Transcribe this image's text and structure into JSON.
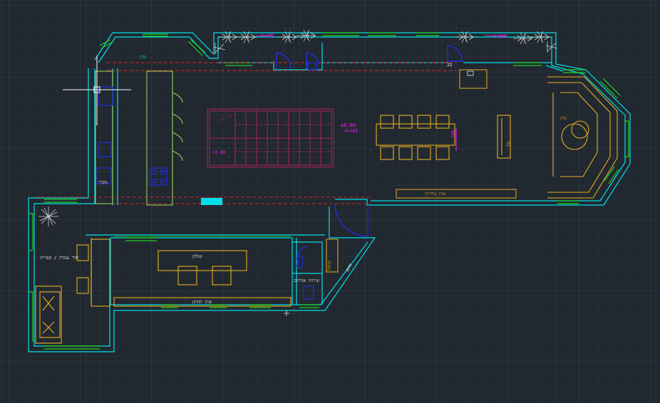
{
  "app": {
    "title": "AutoCAD floor plan",
    "colors": {
      "background": "#212830",
      "grid_minor": "#2b333c",
      "grid_major": "#37414b",
      "wall": "#00e0e8",
      "window": "#22d022",
      "furniture": "#e8b020",
      "stair": "#b0205a",
      "dims": "#ff20ff",
      "door": "#2030ff",
      "axis": "#e02020",
      "crosshair": "#ffffff",
      "fixture_green": "#9be05a"
    }
  },
  "labels": {
    "top_left_room": "סלון",
    "dim_top_left": "H=105",
    "dim_top_right": "H=105",
    "elev_main": "±0.00",
    "elev_main_sub": "H=385",
    "elev_stair": "+3.00",
    "dining_len": "180",
    "tv": "TV",
    "living_room": "סלון",
    "tv_unit": "ארון טלויזיה",
    "fridge": "מקרר",
    "desk": "שולחן",
    "office": "חדר עבודה / ספרייה",
    "study_cabinet": "ארון תחתון",
    "guest_wc": "שירותי אורחים",
    "laundry": "כביסה",
    "storage": "מחסן",
    "door_no": "22"
  }
}
